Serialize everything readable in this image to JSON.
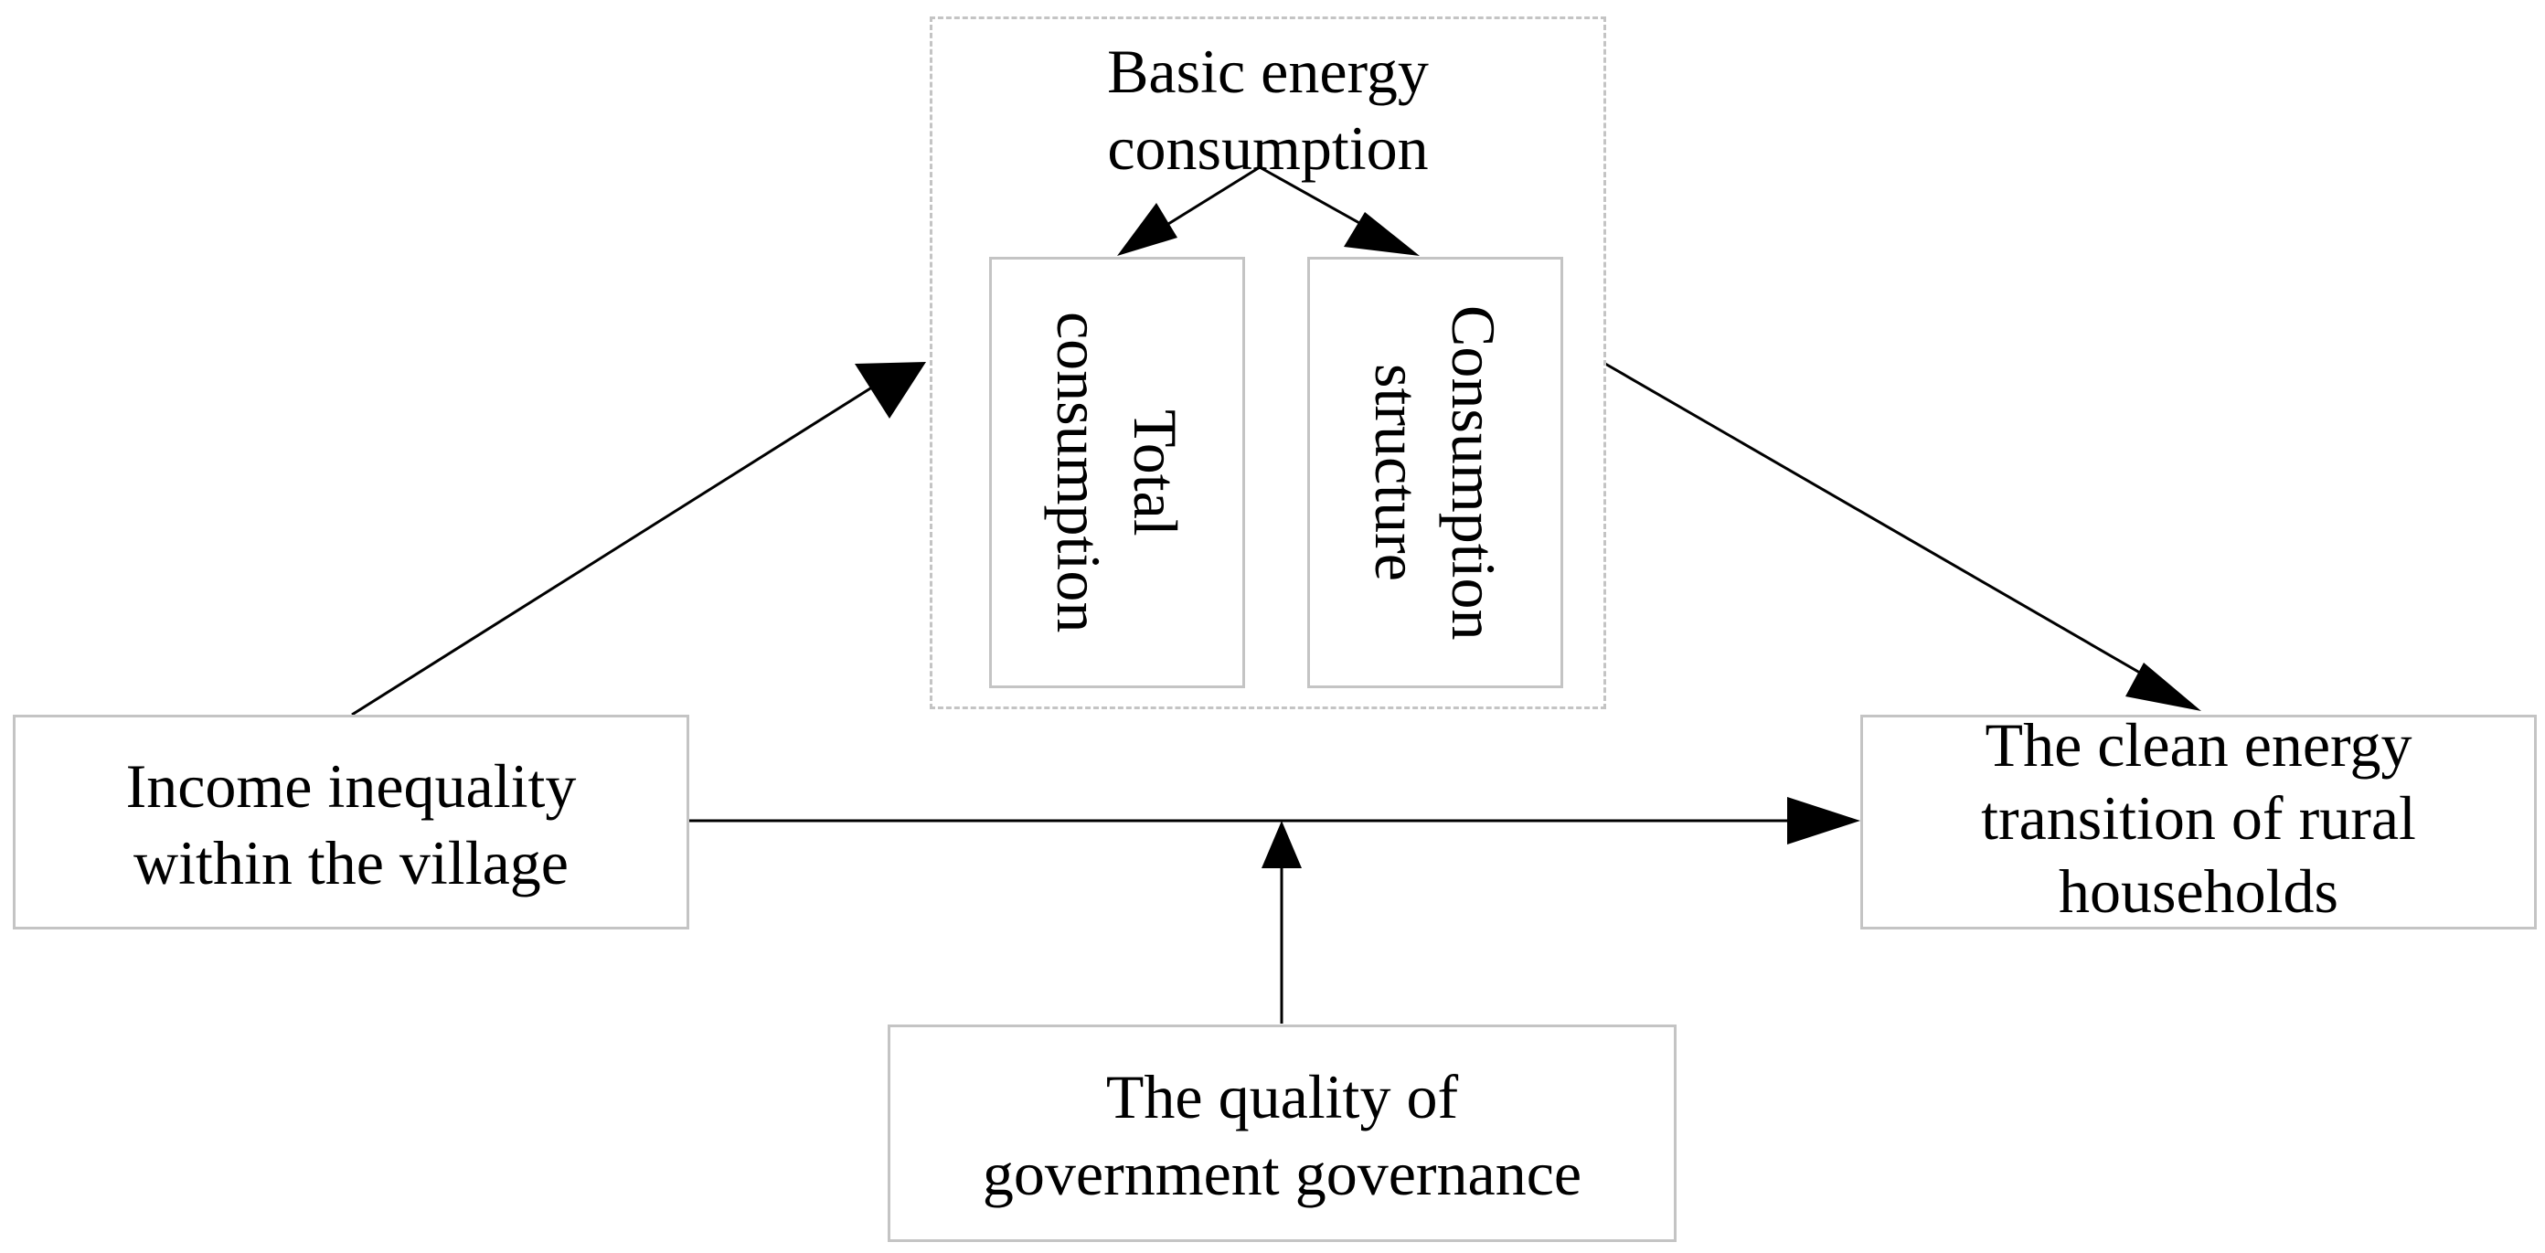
{
  "nodes": {
    "basic_energy": {
      "line1": "Basic energy",
      "line2": "consumption"
    },
    "total_consumption": {
      "line1": "Total",
      "line2": "consumption"
    },
    "consumption_structure": {
      "line1": "Consumption",
      "line2": "structure"
    },
    "income_inequality": {
      "line1": "Income inequality",
      "line2": "within the village"
    },
    "clean_energy": {
      "line1": "The clean energy",
      "line2": "transition of rural",
      "line3": "households"
    },
    "government_quality": {
      "line1": "The quality of",
      "line2": "government governance"
    }
  },
  "colors": {
    "box_border": "#c4c4c4",
    "arrow": "#000000",
    "text": "#000000"
  }
}
